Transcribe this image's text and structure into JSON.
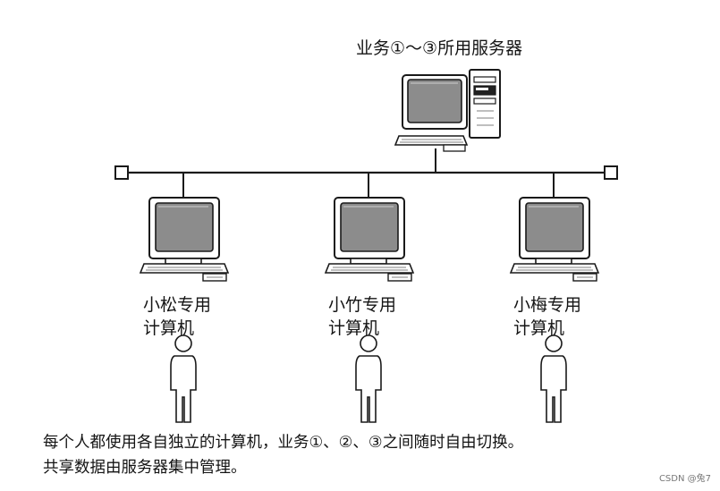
{
  "server": {
    "label": "业务①～③所用服务器"
  },
  "computers": [
    {
      "line1": "小松专用",
      "line2": "计算机"
    },
    {
      "line1": "小竹专用",
      "line2": "计算机"
    },
    {
      "line1": "小梅专用",
      "line2": "计算机"
    }
  ],
  "caption": {
    "line1": "每个人都使用各自独立的计算机，业务①、②、③之间随时自由切换。",
    "line2": "共享数据由服务器集中管理。"
  },
  "watermark": "CSDN @兔7",
  "colors": {
    "screen": "#8c8c8c",
    "line": "#1a1a1a",
    "paper": "#ffffff"
  }
}
